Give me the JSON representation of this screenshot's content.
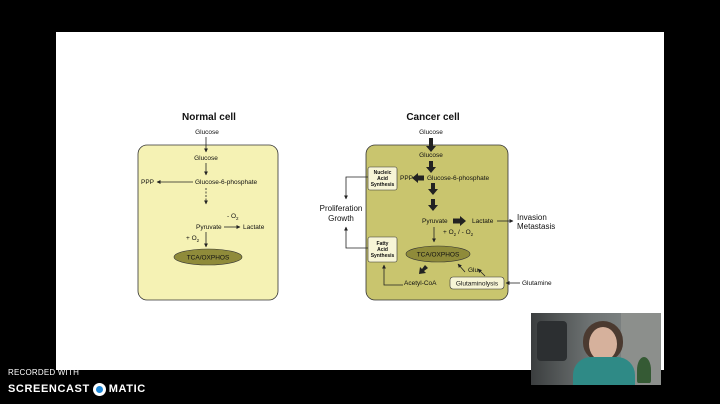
{
  "normal_cell": {
    "title": "Normal cell",
    "glucose_outside": "Glucose",
    "glucose_inside": "Glucose",
    "ppp": "PPP",
    "g6p": "Glucose-6-phosphate",
    "minus_o2": "- O",
    "o2_sub": "2",
    "pyruvate": "Pyruvate",
    "lactate": "Lactate",
    "plus_o2": "+ O",
    "tca": "TCA/OXPHOS"
  },
  "cancer_cell": {
    "title": "Cancer cell",
    "glucose_outside": "Glucose",
    "glucose_inside": "Glucose",
    "ppp": "PPP",
    "g6p": "Glucose-6-phosphate",
    "nucleic_box": [
      "Nucleic",
      "Acid",
      "Synthesis"
    ],
    "fatty_box": [
      "Fatty",
      "Acid",
      "Synthesis"
    ],
    "pyruvate": "Pyruvate",
    "lactate": "Lactate",
    "o2": "+ O",
    "o2_mid": " / - O",
    "sub2": "2",
    "tca": "TCA/OXPHOS",
    "glu": "Glu",
    "acetyl": "Acetyl-CoA",
    "glutaminolysis": "Glutaminolysis",
    "glutamine": "Glutamine",
    "proliferation": "Proliferation",
    "growth": "Growth",
    "invasion": "Invasion",
    "metastasis": "Metastasis"
  },
  "watermark": {
    "recorded_with": "RECORDED WITH",
    "brand_left": "SCREENCAST",
    "brand_right": "MATIC"
  },
  "colors": {
    "normal_fill": "#f5f2b4",
    "cancer_fill": "#c9c56e",
    "tca_fill": "#8f8b3a",
    "box_fill": "#f7f5d6",
    "brand_blue": "#1e88d8"
  }
}
